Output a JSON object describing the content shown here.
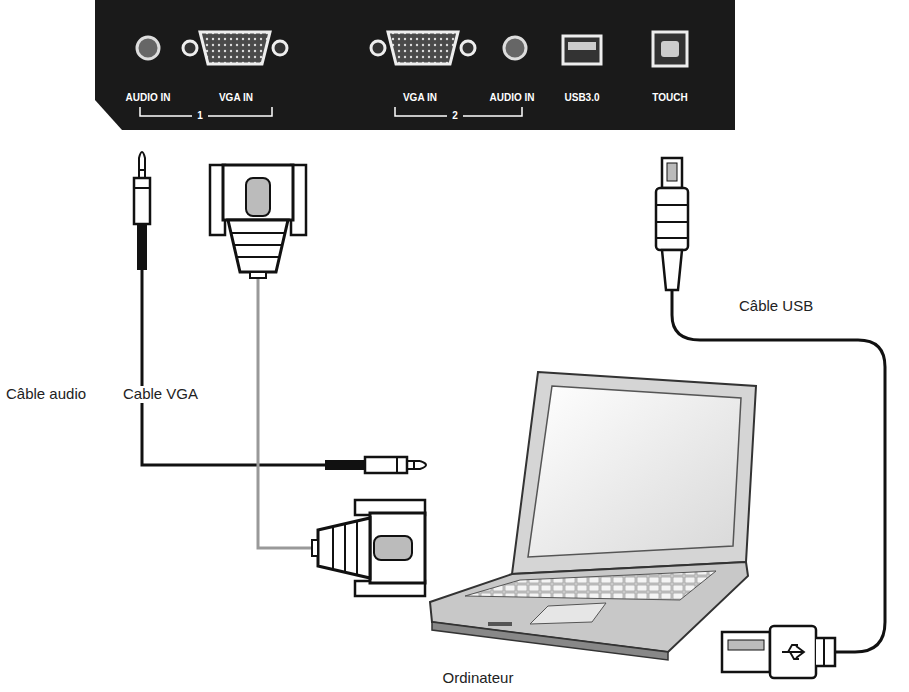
{
  "diagram": {
    "labels": [
      "AUDIO IN",
      "1",
      "VGA IN",
      "VGA IN",
      "2",
      "AUDIO IN",
      "USB3.0",
      "TOUCH",
      "Câble audio",
      "Cable VGA",
      "Câble USB",
      "Ordinateur"
    ]
  }
}
